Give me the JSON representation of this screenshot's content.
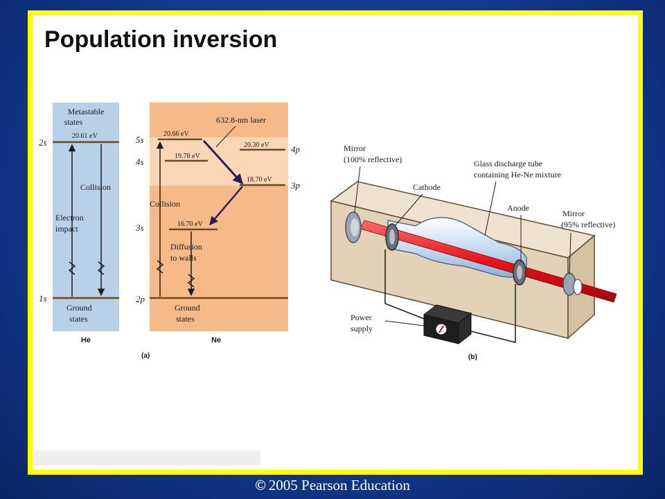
{
  "slide": {
    "title": "Population inversion",
    "copyright_symbol": "©",
    "copyright_text": "2005 Pearson Education"
  },
  "colors": {
    "frame": "#ffff00",
    "he_panel": "#b8d0e8",
    "ne_panel": "#f5b98a",
    "ne_band": "#fad6b4",
    "laser_beam": "#e8141b",
    "housing": "#e3d2b8"
  },
  "figure_a": {
    "label": "(a)",
    "he": {
      "name": "He",
      "metastable_label_1": "Metastable",
      "metastable_label_2": "states",
      "level_2s_label": "2s",
      "level_2s_energy": "20.61 eV",
      "level_1s_label": "1s",
      "ground_label_1": "Ground",
      "ground_label_2": "states",
      "excitation_label_1": "Electron",
      "excitation_label_2": "impact",
      "collision_label": "Collision"
    },
    "ne": {
      "name": "Ne",
      "laser_label": "632.8-nm laser",
      "level_5s_label": "5s",
      "level_5s_energy": "20.66 eV",
      "level_4s_label": "4s",
      "level_4s_energy": "19.78 eV",
      "level_4p_label": "4p",
      "level_4p_energy": "20.30 eV",
      "level_3p_label": "3p",
      "level_3p_energy": "18.70 eV",
      "level_3s_label": "3s",
      "level_3s_energy": "16.70 eV",
      "level_2p_label": "2p",
      "collision_label": "Collision",
      "diffusion_label_1": "Diffusion",
      "diffusion_label_2": "to walls",
      "ground_label_1": "Ground",
      "ground_label_2": "states"
    }
  },
  "figure_b": {
    "label": "(b)",
    "mirror_left_1": "Mirror",
    "mirror_left_2": "(100% reflective)",
    "cathode": "Cathode",
    "tube_1": "Glass discharge tube",
    "tube_2": "containing He-Ne mixture",
    "anode": "Anode",
    "mirror_right_1": "Mirror",
    "mirror_right_2": "(95% reflective)",
    "power_1": "Power",
    "power_2": "supply"
  }
}
